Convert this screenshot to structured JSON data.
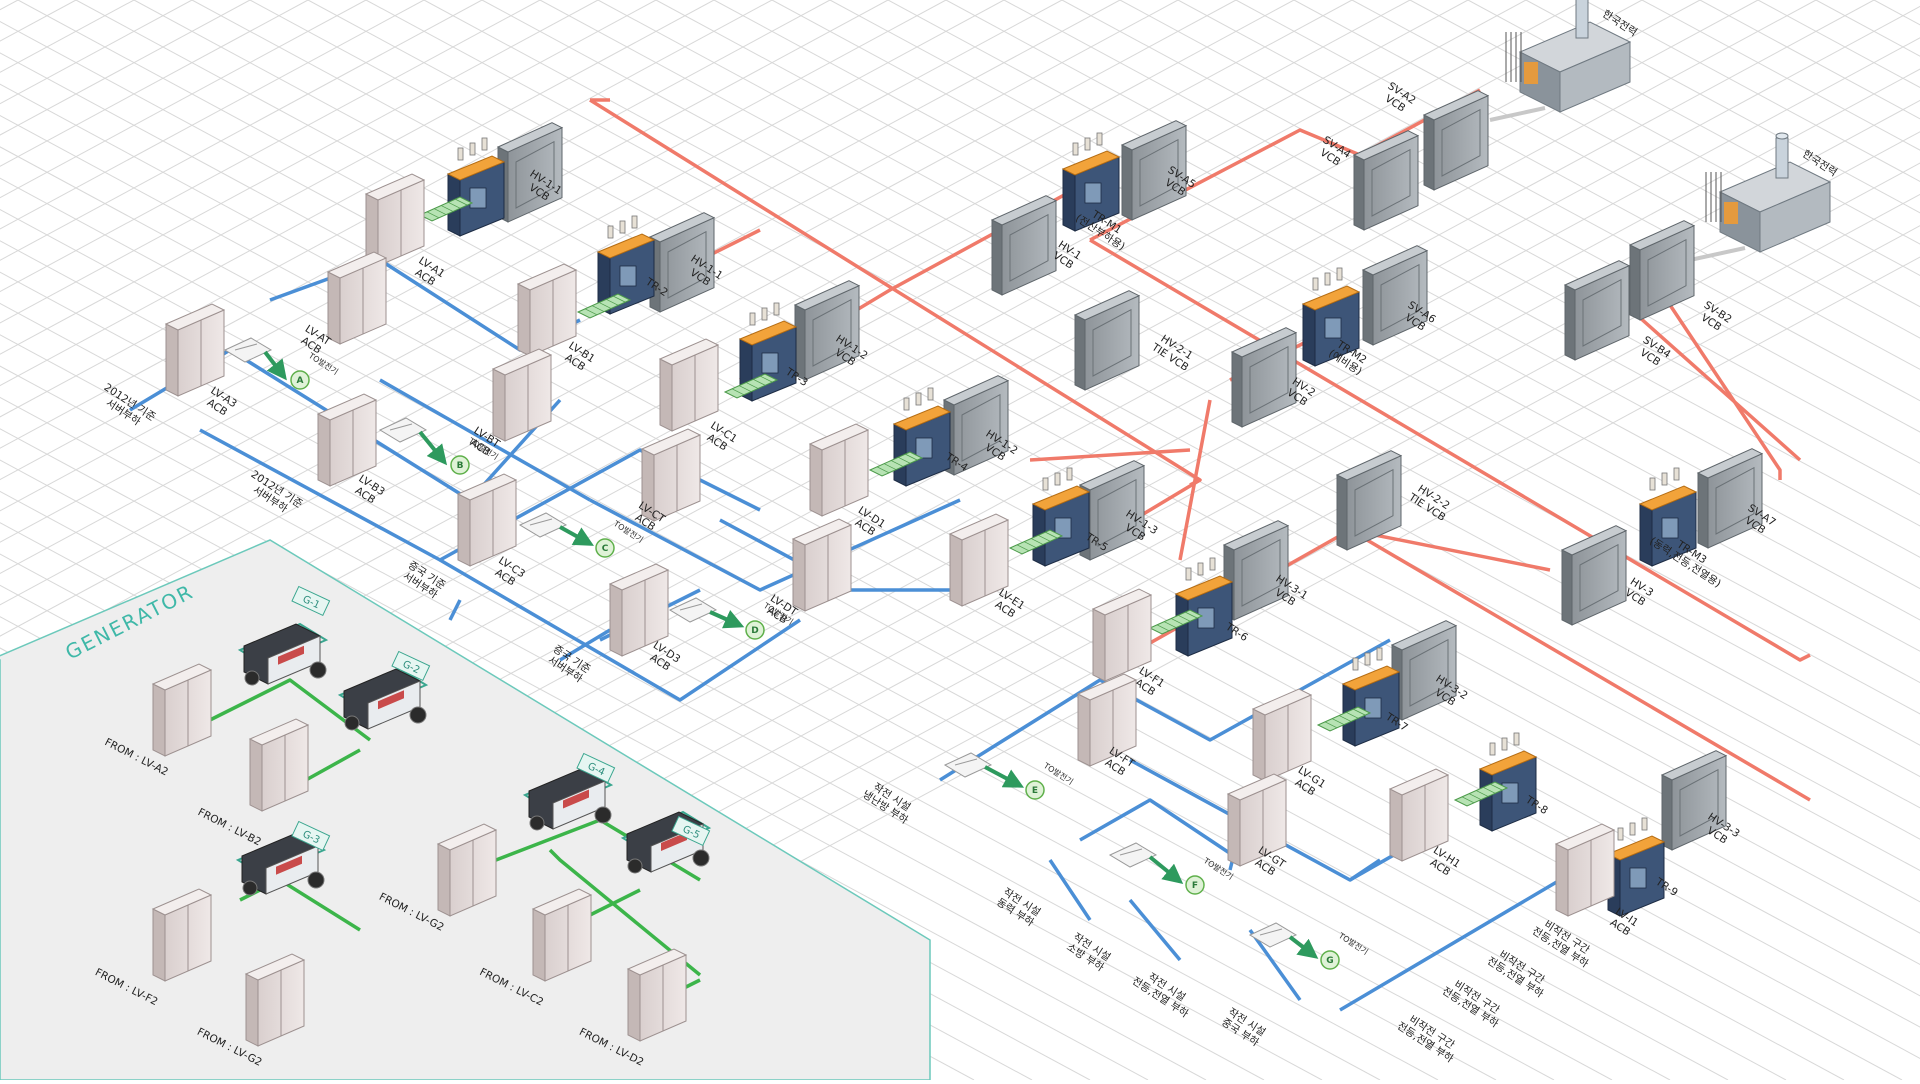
{
  "colors": {
    "hv_line": "#f07a6a",
    "lv_line": "#4b8fd6",
    "gen_line": "#3cb54a",
    "arrow": "#2e9a5e",
    "grid": "#d8d8d8",
    "generator_zone": "#eeeeee",
    "generator_border": "#6cc9bb"
  },
  "generator_zone": {
    "title": "GENERATOR"
  },
  "utilities": [
    {
      "id": "kepco-1",
      "label": "한국전력"
    },
    {
      "id": "kepco-2",
      "label": "한국전력"
    }
  ],
  "vcbs": [
    {
      "id": "sv-a2",
      "line1": "SV-A2",
      "line2": "VCB"
    },
    {
      "id": "sv-a4",
      "line1": "SV-A4",
      "line2": "VCB"
    },
    {
      "id": "sv-a5",
      "line1": "SV-A5",
      "line2": "VCB"
    },
    {
      "id": "sv-a6",
      "line1": "SV-A6",
      "line2": "VCB"
    },
    {
      "id": "sv-a7",
      "line1": "SV-A7",
      "line2": "VCB"
    },
    {
      "id": "sv-b2",
      "line1": "SV-B2",
      "line2": "VCB"
    },
    {
      "id": "sv-b4",
      "line1": "SV-B4",
      "line2": "VCB"
    },
    {
      "id": "hv-1",
      "line1": "HV-1",
      "line2": "VCB"
    },
    {
      "id": "hv-2",
      "line1": "HV-2",
      "line2": "VCB"
    },
    {
      "id": "hv-3",
      "line1": "HV-3",
      "line2": "VCB"
    },
    {
      "id": "hv-2-1",
      "line1": "HV-2-1",
      "line2": "TIE VCB"
    },
    {
      "id": "hv-2-2",
      "line1": "HV-2-2",
      "line2": "TIE VCB"
    },
    {
      "id": "hv-1-1a",
      "line1": "HV-1-1",
      "line2": "VCB"
    },
    {
      "id": "hv-1-1b",
      "line1": "HV-1-1",
      "line2": "VCB"
    },
    {
      "id": "hv-1-2a",
      "line1": "HV-1-2",
      "line2": "VCB"
    },
    {
      "id": "hv-1-2b",
      "line1": "HV-1-2",
      "line2": "VCB"
    },
    {
      "id": "hv-1-3",
      "line1": "HV-1-3",
      "line2": "VCB"
    },
    {
      "id": "hv-3-1",
      "line1": "HV-3-1",
      "line2": "VCB"
    },
    {
      "id": "hv-3-2",
      "line1": "HV-3-2",
      "line2": "VCB"
    },
    {
      "id": "hv-3-3",
      "line1": "HV-3-3",
      "line2": "VCB"
    }
  ],
  "transformers": [
    {
      "id": "tr-m1",
      "label": "TR-M1",
      "sub": "(전산부하용)"
    },
    {
      "id": "tr-m2",
      "label": "TR-M2",
      "sub": "(예비용)"
    },
    {
      "id": "tr-m3",
      "label": "TR-M3",
      "sub": "(동력,전등,전열용)"
    },
    {
      "id": "tr-2",
      "label": "TR-2",
      "sub": ""
    },
    {
      "id": "tr-3",
      "label": "TR-3",
      "sub": ""
    },
    {
      "id": "tr-4",
      "label": "TR-4",
      "sub": ""
    },
    {
      "id": "tr-5",
      "label": "TR-5",
      "sub": ""
    },
    {
      "id": "tr-6",
      "label": "TR-6",
      "sub": ""
    },
    {
      "id": "tr-7",
      "label": "TR-7",
      "sub": ""
    },
    {
      "id": "tr-8",
      "label": "TR-8",
      "sub": ""
    },
    {
      "id": "tr-9",
      "label": "TR-9",
      "sub": ""
    }
  ],
  "acbs": [
    {
      "id": "lv-a1",
      "line1": "LV-A1",
      "line2": "ACB"
    },
    {
      "id": "lv-at",
      "line1": "LV-AT",
      "line2": "ACB"
    },
    {
      "id": "lv-a3",
      "line1": "LV-A3",
      "line2": "ACB"
    },
    {
      "id": "lv-b1",
      "line1": "LV-B1",
      "line2": "ACB"
    },
    {
      "id": "lv-bt",
      "line1": "LV-BT",
      "line2": "ACB"
    },
    {
      "id": "lv-b3",
      "line1": "LV-B3",
      "line2": "ACB"
    },
    {
      "id": "lv-c1",
      "line1": "LV-C1",
      "line2": "ACB"
    },
    {
      "id": "lv-ct",
      "line1": "LV-CT",
      "line2": "ACB"
    },
    {
      "id": "lv-c3",
      "line1": "LV-C3",
      "line2": "ACB"
    },
    {
      "id": "lv-d1",
      "line1": "LV-D1",
      "line2": "ACB"
    },
    {
      "id": "lv-dt",
      "line1": "LV-DT",
      "line2": "ACB"
    },
    {
      "id": "lv-d3",
      "line1": "LV-D3",
      "line2": "ACB"
    },
    {
      "id": "lv-e1",
      "line1": "LV-E1",
      "line2": "ACB"
    },
    {
      "id": "lv-f1",
      "line1": "LV-F1",
      "line2": "ACB"
    },
    {
      "id": "lv-ft",
      "line1": "LV-FT",
      "line2": "ACB"
    },
    {
      "id": "lv-g1",
      "line1": "LV-G1",
      "line2": "ACB"
    },
    {
      "id": "lv-gt",
      "line1": "LV-GT",
      "line2": "ACB"
    },
    {
      "id": "lv-h1",
      "line1": "LV-H1",
      "line2": "ACB"
    },
    {
      "id": "lv-i1",
      "line1": "LV-I1",
      "line2": "ACB"
    }
  ],
  "generator_tags": [
    {
      "id": "to-a",
      "badge": "A",
      "text": "TO발전기"
    },
    {
      "id": "to-b",
      "badge": "B",
      "text": "TO발전기"
    },
    {
      "id": "to-c",
      "badge": "C",
      "text": "TO발전기"
    },
    {
      "id": "to-d",
      "badge": "D",
      "text": "TO발전기"
    },
    {
      "id": "to-e",
      "badge": "E",
      "text": "TO발전기"
    },
    {
      "id": "to-f",
      "badge": "F",
      "text": "TO발전기"
    },
    {
      "id": "to-g",
      "badge": "G",
      "text": "TO발전기"
    }
  ],
  "loads": [
    {
      "id": "load-a",
      "line1": "2012년 기준",
      "line2": "서버부하"
    },
    {
      "id": "load-b",
      "line1": "2012년 기준",
      "line2": "서버부하"
    },
    {
      "id": "load-c",
      "line1": "증국 기준",
      "line2": "서버부하"
    },
    {
      "id": "load-d",
      "line1": "증국 기준",
      "line2": "서버부하"
    },
    {
      "id": "load-e",
      "line1": "작전 시설",
      "line2": "냉난방 부하"
    },
    {
      "id": "load-f1",
      "line1": "작전 시설",
      "line2": "동력 부하"
    },
    {
      "id": "load-f2",
      "line1": "작전 시설",
      "line2": "소방 부하"
    },
    {
      "id": "load-f3",
      "line1": "작전 시설",
      "line2": "전등,전열 부하"
    },
    {
      "id": "load-g",
      "line1": "작전 시설",
      "line2": "중국 부하"
    },
    {
      "id": "load-i1",
      "line1": "비작전 구간",
      "line2": "전등,전열 부하"
    },
    {
      "id": "load-i2",
      "line1": "비작전 구간",
      "line2": "전등,전열 부하"
    },
    {
      "id": "load-i3",
      "line1": "비작전 구간",
      "line2": "전등,전열 부하"
    },
    {
      "id": "load-i4",
      "line1": "비작전 구간",
      "line2": "전등,전열 부하"
    }
  ],
  "generators": [
    {
      "id": "g-1",
      "label": "G-1"
    },
    {
      "id": "g-2",
      "label": "G-2"
    },
    {
      "id": "g-3",
      "label": "G-3"
    },
    {
      "id": "g-4",
      "label": "G-4"
    },
    {
      "id": "g-5",
      "label": "G-5"
    }
  ],
  "from_labels": [
    {
      "id": "from-a2",
      "text": "FROM : LV-A2"
    },
    {
      "id": "from-b2",
      "text": "FROM : LV-B2"
    },
    {
      "id": "from-f2",
      "text": "FROM : LV-F2"
    },
    {
      "id": "from-g2a",
      "text": "FROM : LV-G2"
    },
    {
      "id": "from-g2b",
      "text": "FROM : LV-G2"
    },
    {
      "id": "from-c2",
      "text": "FROM : LV-C2"
    },
    {
      "id": "from-d2",
      "text": "FROM : LV-D2"
    }
  ]
}
